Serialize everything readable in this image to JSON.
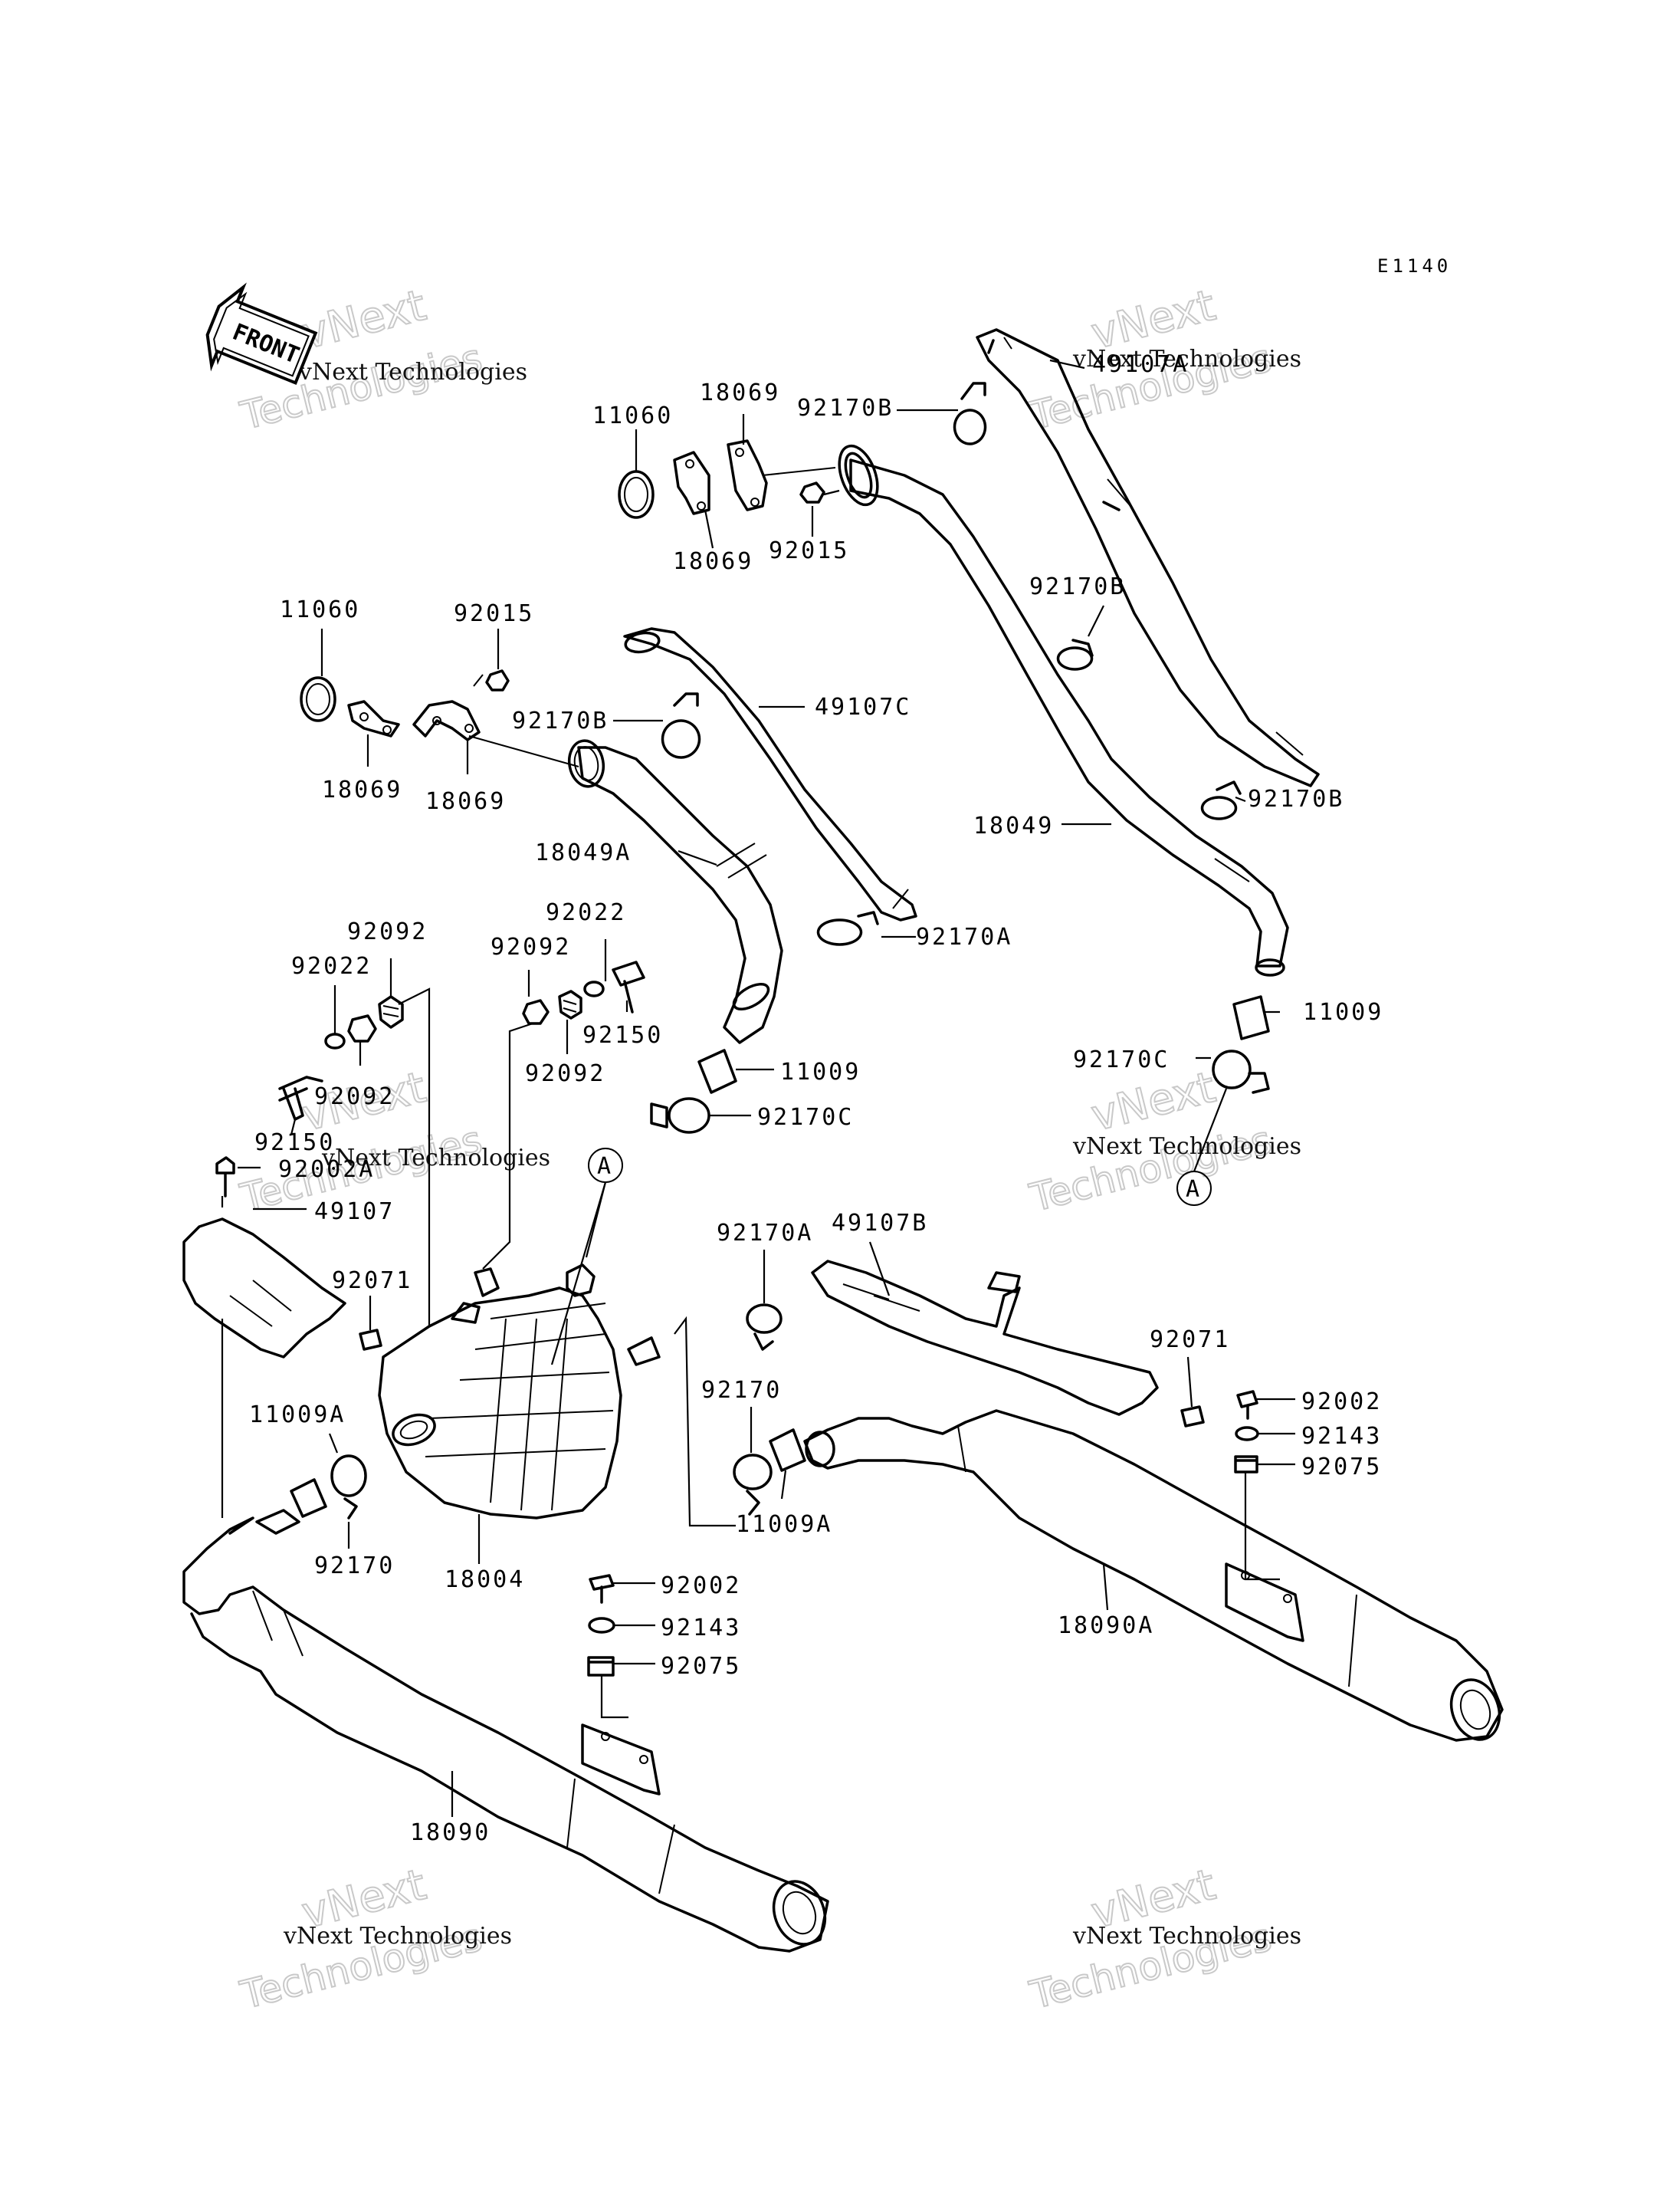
{
  "diagram": {
    "code": "E1140",
    "front_arrow_label": "FRONT",
    "ref_marker": "A",
    "watermark": {
      "line_small": "vNext Technologies",
      "line_big_1": "vNext",
      "line_big_2": "Technologies"
    },
    "labels": {
      "p11060_top": "11060",
      "p18069_top": "18069",
      "p92170b_top": "92170B",
      "p49107a": "49107A",
      "p18069_mid": "18069",
      "p92015_mid": "92015",
      "p11060_left": "11060",
      "p92015_left": "92015",
      "p92170b_left": "92170B",
      "p49107c": "49107C",
      "p92170b_right_mid": "92170B",
      "p18069_left1": "18069",
      "p18069_left2": "18069",
      "p18049a": "18049A",
      "p92170b_right": "92170B",
      "p18049": "18049",
      "p92092_top": "92092",
      "p92022_top": "92022",
      "p92022_left": "92022",
      "p92092_mid": "92092",
      "p92170a_mid": "92170A",
      "p11009_right": "11009",
      "p92092_left": "92092",
      "p92150_right": "92150",
      "p92092_low": "92092",
      "p11009_mid": "11009",
      "p92170c_right": "92170C",
      "p92170c_mid": "92170C",
      "p92150_left": "92150",
      "p92002a": "92002A",
      "p49107": "49107",
      "p92170a_low": "92170A",
      "p49107b": "49107B",
      "p92071_left": "92071",
      "p92071_right": "92071",
      "p92170_mid": "92170",
      "p92002_right": "92002",
      "p11009a_left": "11009A",
      "p92143_right": "92143",
      "p92075_right": "92075",
      "p11009a_mid": "11009A",
      "p92170_left": "92170",
      "p18004": "18004",
      "p92002_mid": "92002",
      "p18090a": "18090A",
      "p92143_mid": "92143",
      "p92075_mid": "92075",
      "p18090": "18090"
    }
  }
}
